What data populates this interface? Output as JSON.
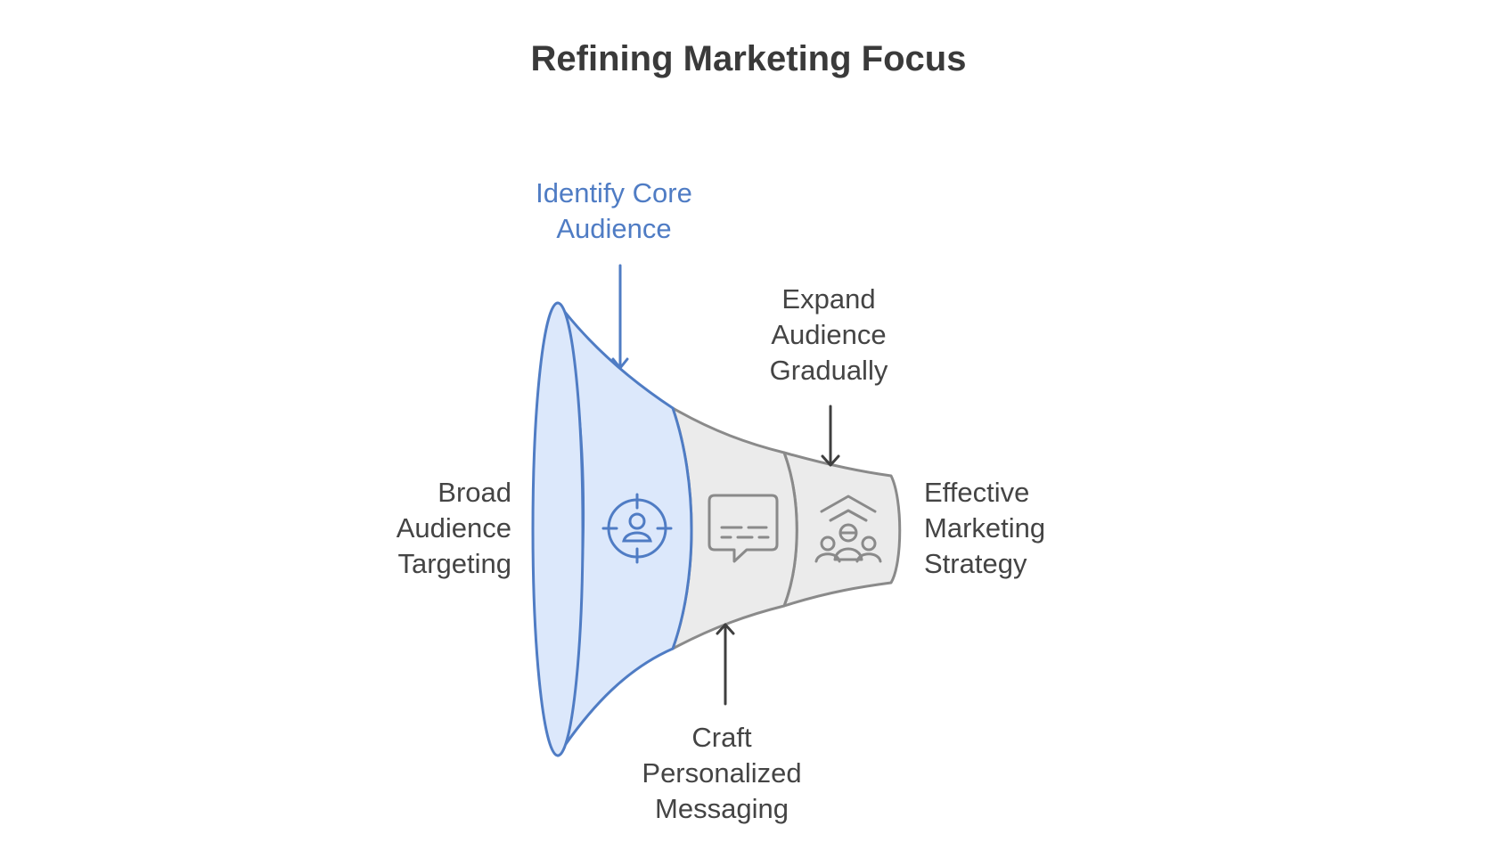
{
  "title": "Refining Marketing Focus",
  "stages": {
    "broad": {
      "lines": [
        "Broad",
        "Audience",
        "Targeting"
      ]
    },
    "identify": {
      "lines": [
        "Identify Core",
        "Audience"
      ],
      "icon": "target-person-icon"
    },
    "craft": {
      "lines": [
        "Craft",
        "Personalized",
        "Messaging"
      ],
      "icon": "speech-bubble-icon"
    },
    "expand": {
      "lines": [
        "Expand",
        "Audience",
        "Gradually"
      ],
      "icon": "group-growth-icon"
    },
    "effective": {
      "lines": [
        "Effective",
        "Marketing",
        "Strategy"
      ]
    }
  },
  "colors": {
    "highlight_fill": "#dce8fb",
    "highlight_stroke": "#4f7cc4",
    "muted_fill": "#ebebeb",
    "muted_stroke": "#8a8a8a",
    "text": "#444444",
    "title": "#3a3a3a"
  }
}
